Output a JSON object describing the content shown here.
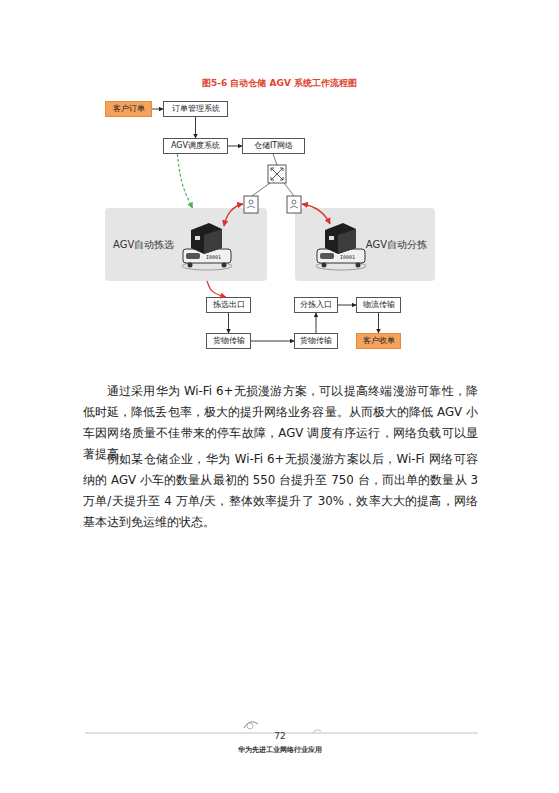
{
  "diagram": {
    "title": "图5-6 自动仓储 AGV 系统工作流程图",
    "nodes": [
      {
        "text": [
          "客户订单"
        ]
      },
      {
        "text": [
          "订单管理系统"
        ]
      },
      {
        "text": [
          "AGV调度系统"
        ]
      },
      {
        "text": [
          "仓储IT网络"
        ]
      },
      {
        "text": [
          "AGV自动拣选"
        ]
      },
      {
        "text": [
          "AGV自动分拣"
        ]
      },
      {
        "text": [
          "拣选出口"
        ]
      },
      {
        "text": [
          "分拣入口"
        ]
      },
      {
        "text": [
          "物流传输"
        ]
      },
      {
        "text": [
          "货物传输"
        ]
      },
      {
        "text": [
          "货物传输"
        ]
      },
      {
        "text": [
          "客户收单"
        ]
      }
    ],
    "edges": [
      {
        "from": 0,
        "to": 1,
        "arrow": "to"
      },
      {
        "from": 1,
        "to": 2,
        "arrow": "to"
      },
      {
        "from": 2,
        "to": 3,
        "arrow": "to"
      },
      {
        "from": 2,
        "to": 4,
        "arrow": "to"
      },
      {
        "from": 4,
        "to": 6,
        "arrow": "to"
      },
      {
        "from": 6,
        "to": 9,
        "arrow": "to"
      },
      {
        "from": 9,
        "to": 10,
        "arrow": "to"
      },
      {
        "from": 10,
        "to": 7,
        "arrow": "to"
      },
      {
        "from": 7,
        "to": 8,
        "arrow": "to"
      },
      {
        "from": 8,
        "to": 11,
        "arrow": "to"
      }
    ],
    "labels": [
      "I0001",
      "I0001",
      "通过采用华为 Wi-Fi 6+无损漫游方案，可以提高终端漫游可靠性，降低时延，降低丢包率，极大的提升网络业务容量。从而极大的降低 AGV 小车因网络质量不佳带来的停车故障，AGV 调度有序运行，网络负载可以显著提高。",
      "例如某仓储企业，华为 Wi-Fi 6+无损漫游方案以后，Wi-Fi 网络可容纳的 AGV 小车的数量从最初的 550 台提升至 750 台，而出单的数量从 3 万单/天提升至 4 万单/天，整体效率提升了 30%，效率大大的提高，网络基本达到免运维的状态。",
      "72",
      "华为先进工业网络行业应用"
    ]
  }
}
